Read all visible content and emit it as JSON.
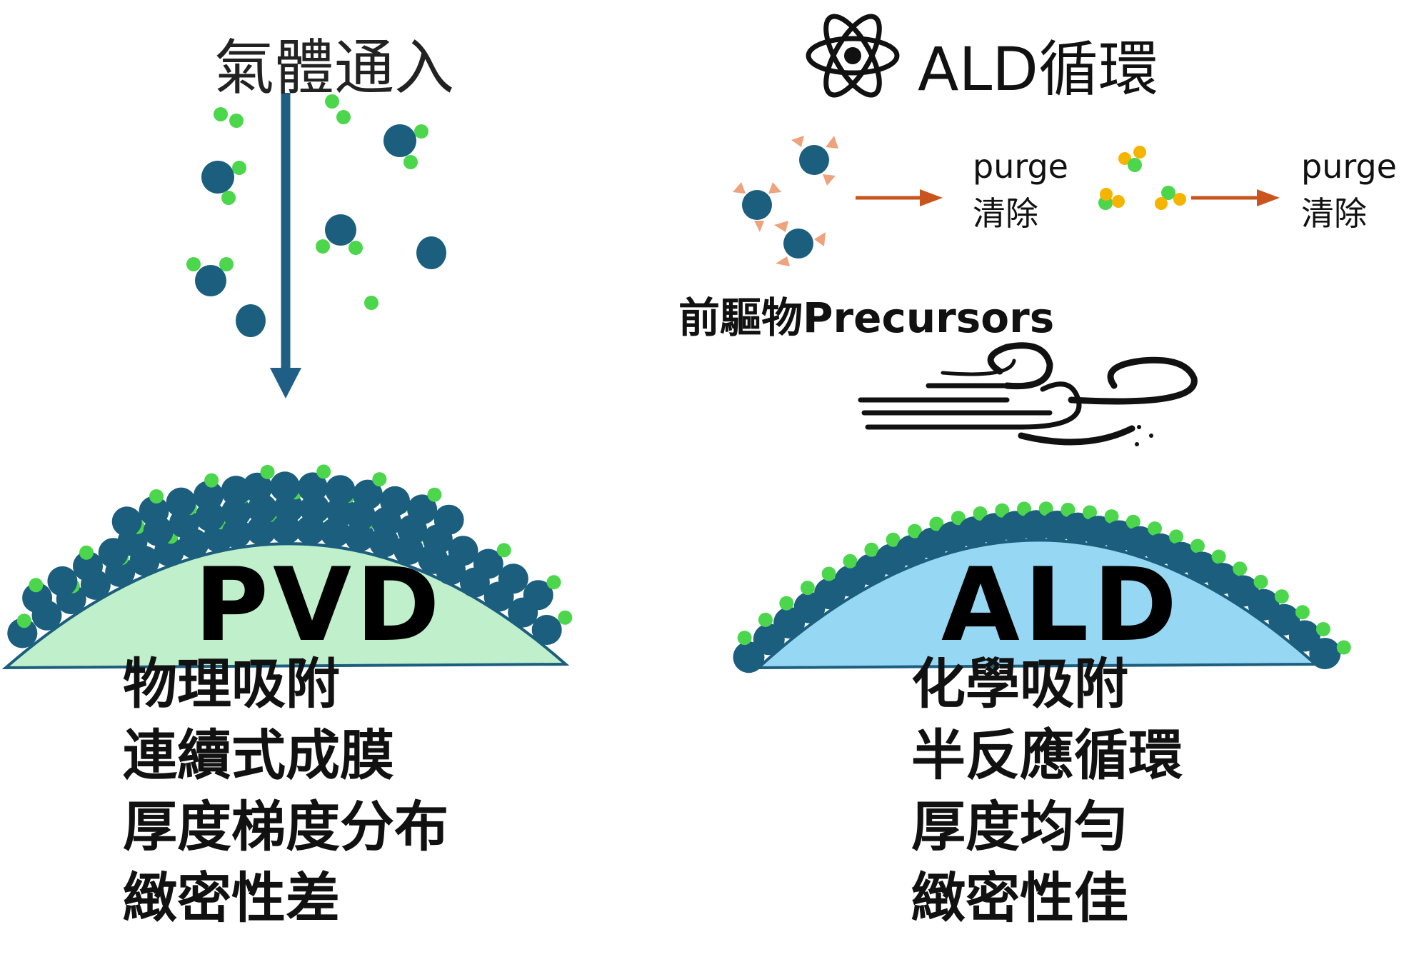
{
  "left": {
    "gas_title": "氣體通入",
    "label": "PVD",
    "features": [
      "物理吸附",
      "連續式成膜",
      "厚度梯度分布",
      "緻密性差"
    ]
  },
  "right": {
    "cycle_title": "ALD循環",
    "purge_steps": [
      {
        "en": "purge",
        "zh": "清除"
      },
      {
        "en": "purge",
        "zh": "清除"
      }
    ],
    "precursors_label": "前驅物Precursors",
    "label": "ALD",
    "features": [
      "化學吸附",
      "半反應循環",
      "厚度均勻",
      "緻密性佳"
    ]
  },
  "colors": {
    "dark_blue_atom": "#1b5e7e",
    "green_atom": "#4cd64c",
    "yellow_atom": "#f5b400",
    "arrow_blue": "#1f5f85",
    "arrow_orange": "#c9541e",
    "ligand_peach": "#eea27e",
    "pvd_substrate": "#c0efcb",
    "ald_substrate": "#96d8f4"
  },
  "icons": [
    "atom-icon",
    "wind-icon"
  ]
}
